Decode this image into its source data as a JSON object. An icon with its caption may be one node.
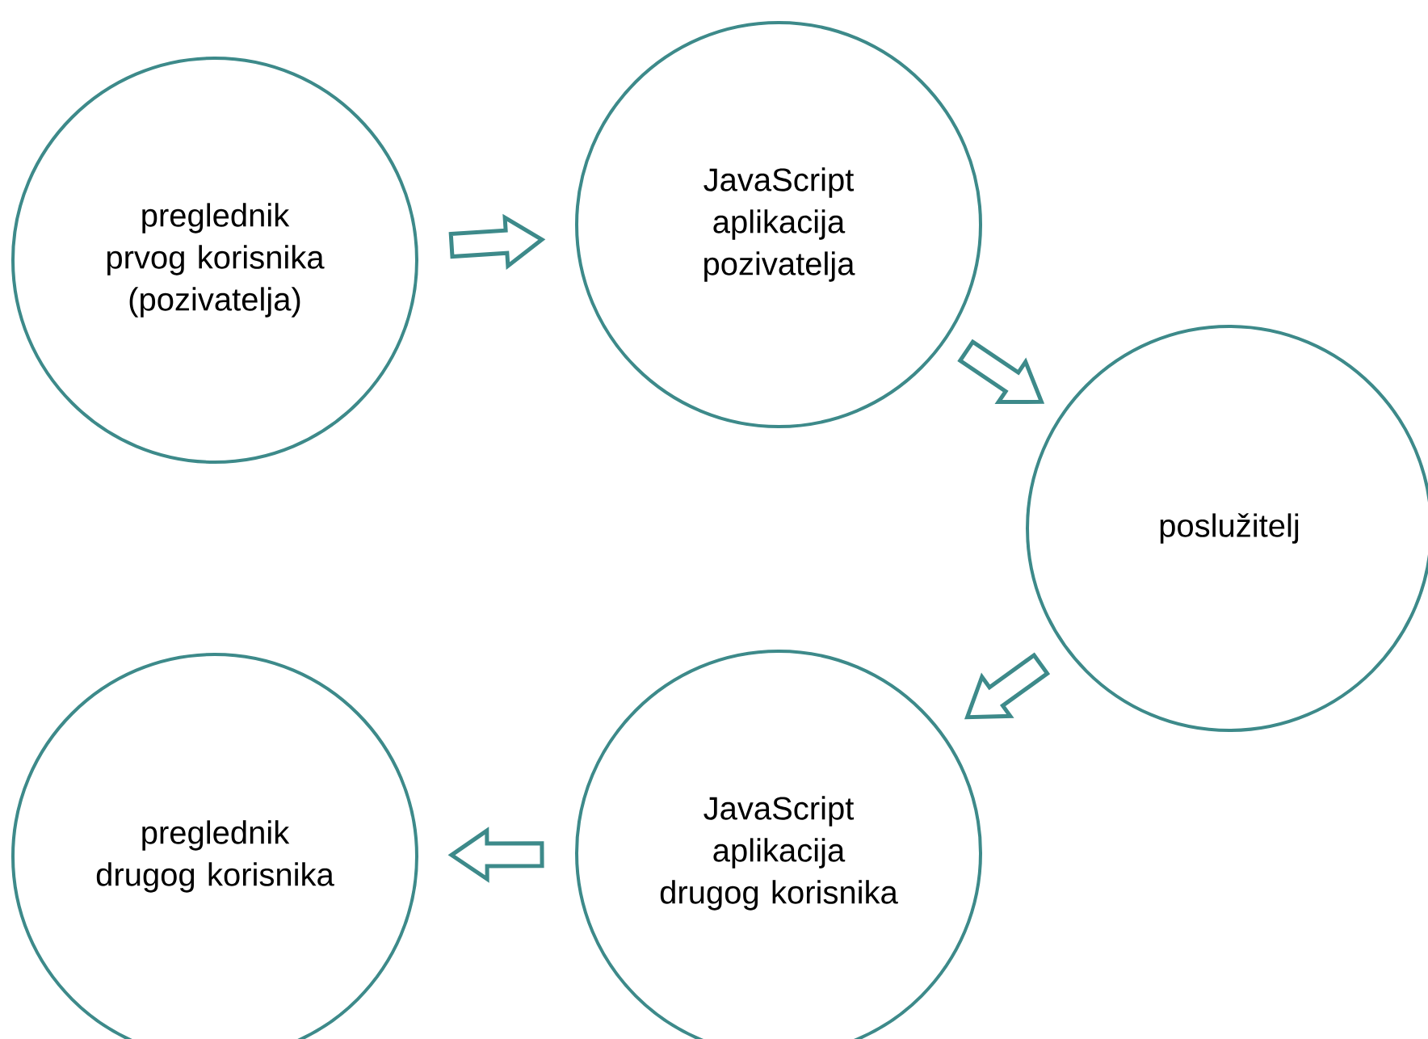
{
  "diagram": {
    "nodes": [
      {
        "text": [
          "preglednik prvog korisnika (pozivatelja)"
        ]
      },
      {
        "text": [
          "JavaScript aplikacija pozivatelja"
        ]
      },
      {
        "text": [
          "poslužitelj"
        ]
      },
      {
        "text": [
          "JavaScript aplikacija drugog korisnika"
        ]
      },
      {
        "text": [
          "preglednik drugog korisnika"
        ]
      }
    ],
    "edges": [
      {
        "from": 0,
        "to": 1,
        "arrow": "to"
      },
      {
        "from": 1,
        "to": 2,
        "arrow": "to"
      },
      {
        "from": 2,
        "to": 3,
        "arrow": "to"
      },
      {
        "from": 3,
        "to": 4,
        "arrow": "to"
      }
    ]
  }
}
